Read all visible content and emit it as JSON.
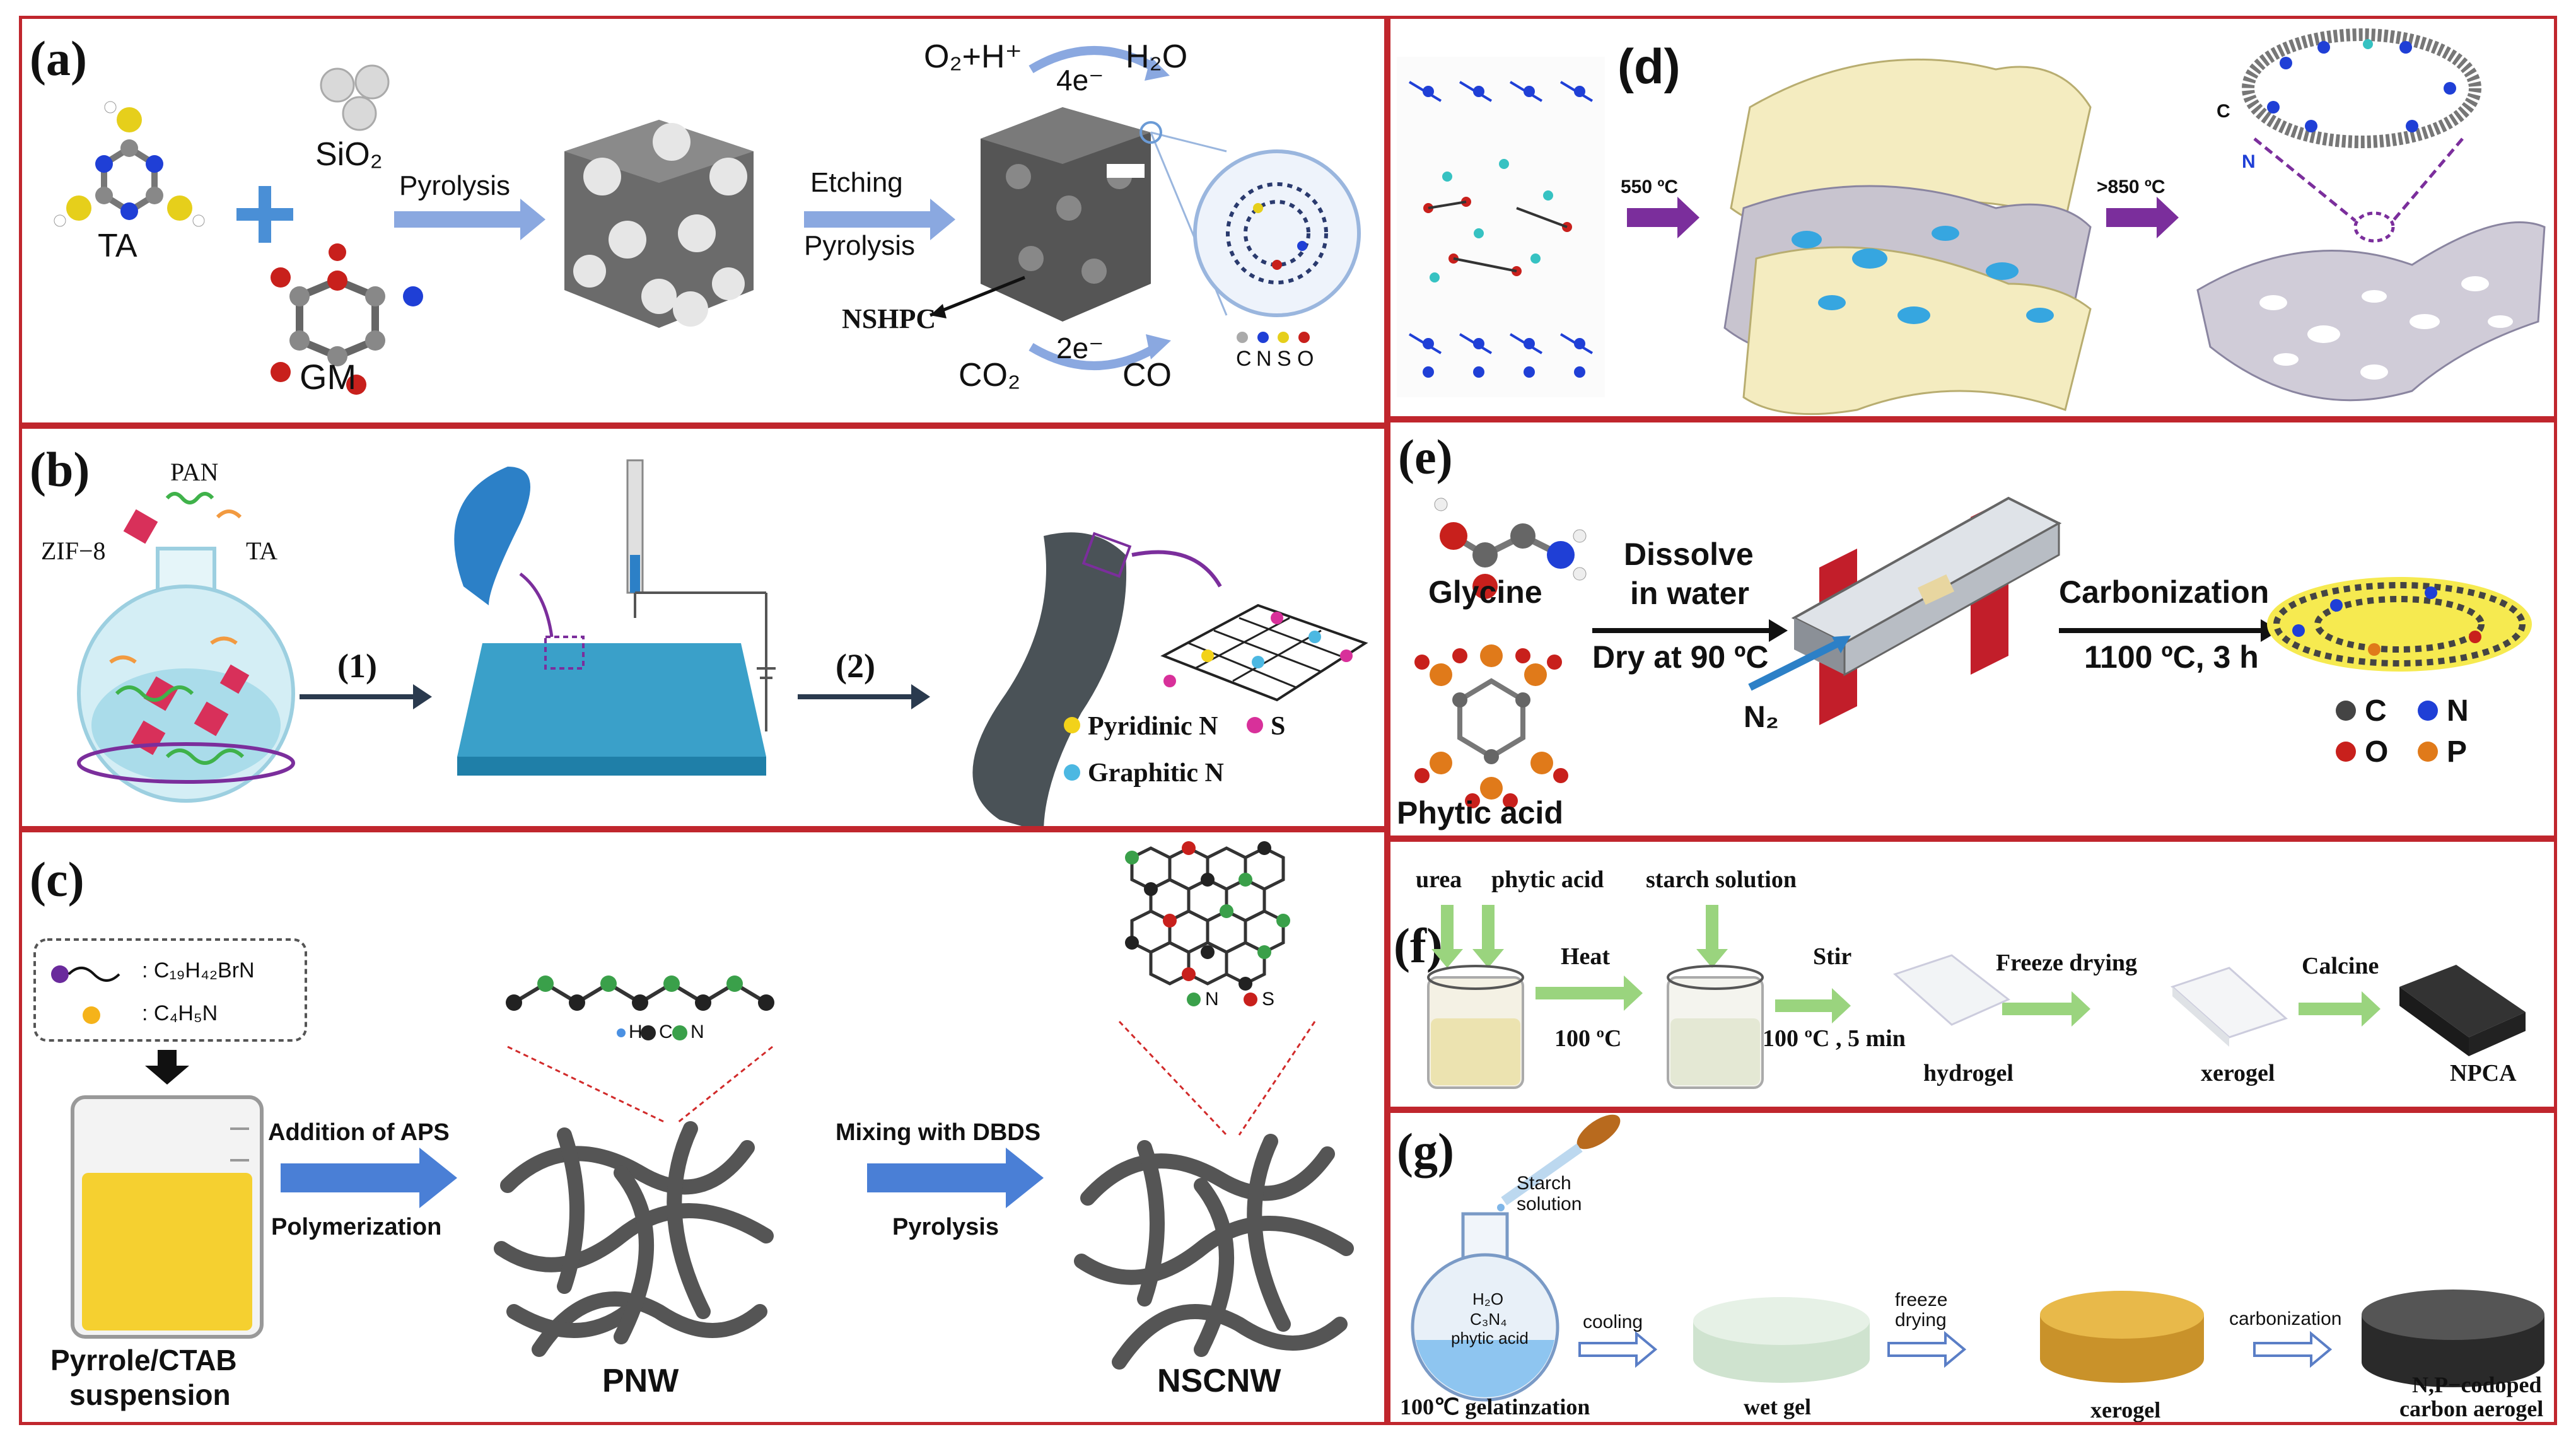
{
  "panels": {
    "a": {
      "label": "(a)",
      "ta": "TA",
      "gm": "GM",
      "sio2": "SiO₂",
      "pyrolysis": "Pyrolysis",
      "etching": "Etching",
      "pyrolysis2": "Pyrolysis",
      "orr": "O₂+H⁺",
      "orr_e": "4e⁻",
      "orr_p": "H₂O",
      "co2": "CO₂",
      "co2_e": "2e⁻",
      "co2_p": "CO",
      "nshpc": "NSHPC",
      "legend": [
        "C",
        "N",
        "S",
        "O"
      ]
    },
    "b": {
      "label": "(b)",
      "pan": "PAN",
      "zif": "ZIF−8",
      "ta": "TA",
      "step1": "(1)",
      "step2": "(2)",
      "legend": [
        "Pyridinic N",
        "S",
        "Graphitic N"
      ]
    },
    "c": {
      "label": "(c)",
      "legend1": ": C₁₉H₄₂BrN",
      "legend2": ": C₄H₅N",
      "arrow1_top": "Addition of APS",
      "arrow1_bot": "Polymerization",
      "arrow2_top": "Mixing with DBDS",
      "arrow2_bot": "Pyrolysis",
      "susp1": "Pyrrole/CTAB",
      "susp2": "suspension",
      "pnw": "PNW",
      "nscnw": "NSCNW",
      "atoms1": [
        "H",
        "C",
        "N"
      ],
      "atoms2": [
        "N",
        "S"
      ]
    },
    "d": {
      "label": "(d)",
      "t1": "550 ºC",
      "t2": ">850 ºC",
      "atom_c": "C",
      "atom_n": "N"
    },
    "e": {
      "label": "(e)",
      "glycine": "Glycine",
      "phytic": "Phytic acid",
      "step1a": "Dissolve",
      "step1b": "in water",
      "step1c": "Dry at 90 ºC",
      "n2": "N₂",
      "step2a": "Carbonization",
      "step2b": "1100 ºC, 3 h",
      "legend": [
        "C",
        "N",
        "O",
        "P"
      ]
    },
    "f": {
      "label": "(f)",
      "urea": "urea",
      "phytic": "phytic acid",
      "starch": "starch solution",
      "heat": "Heat",
      "heat_t": "100 ºC",
      "stir": "Stir",
      "stir_t": "100 ºC , 5 min",
      "freeze": "Freeze drying",
      "calcine": "Calcine",
      "hydrogel": "hydrogel",
      "xerogel": "xerogel",
      "npca": "NPCA"
    },
    "g": {
      "label": "(g)",
      "starch1": "Starch",
      "starch2": "solution",
      "flask1": "H₂O",
      "flask2": "C₃N₄",
      "flask3": "phytic acid",
      "cooling": "cooling",
      "freeze1": "freeze",
      "freeze2": "drying",
      "carbonization": "carbonization",
      "gelat": "100℃ gelatinzation",
      "wetgel": "wet gel",
      "xerogel": "xerogel",
      "aerogel1": "N,P−codoped",
      "aerogel2": "carbon aerogel"
    }
  },
  "colors": {
    "frame": "#c0262d",
    "arrow_blue": "#3d6fc6",
    "arrow_purple": "#7b2e9c",
    "arrow_dark": "#2a3a4e",
    "arrow_green": "#9ad47e",
    "carbon": "#555555",
    "nitrogen": "#1f3fd6",
    "sulfur": "#e6cf1b",
    "oxygen": "#c8201c",
    "phosphorus": "#e07a1a"
  }
}
